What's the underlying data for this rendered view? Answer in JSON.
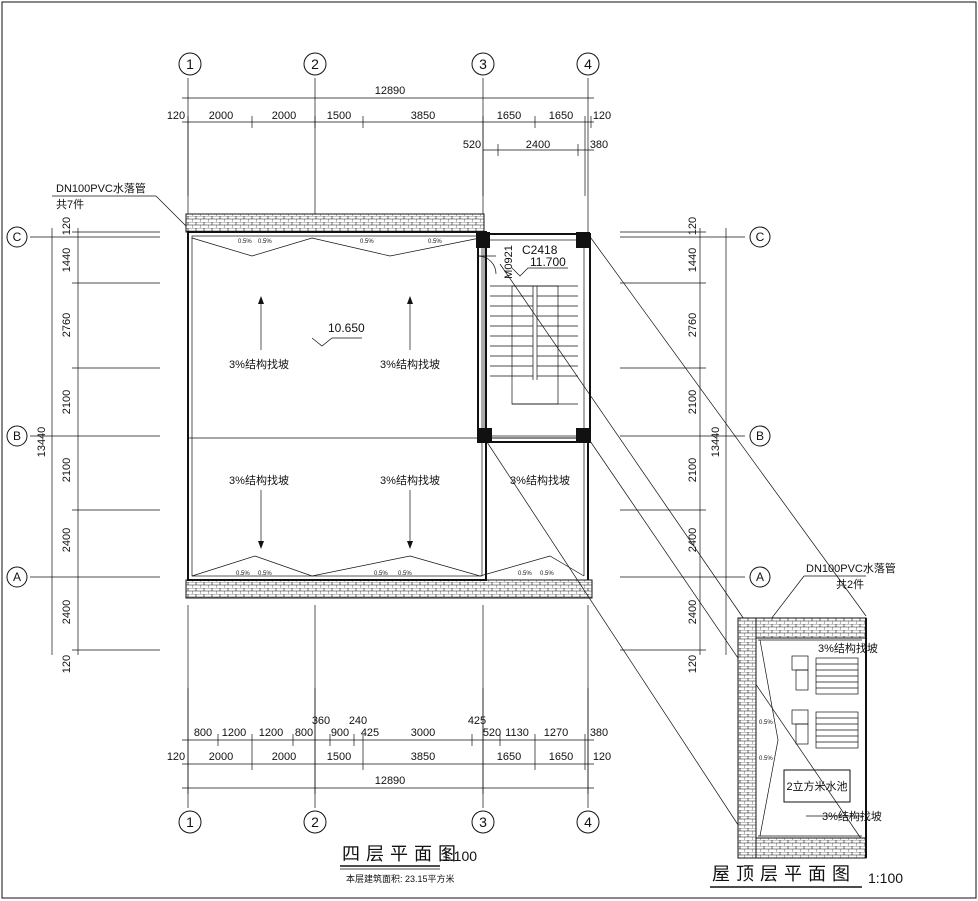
{
  "axes": {
    "col": [
      "1",
      "2",
      "3",
      "4"
    ],
    "row": [
      "C",
      "B",
      "A"
    ]
  },
  "dims": {
    "top_total": "12890",
    "top_row": [
      "120",
      "2000",
      "2000",
      "1500",
      "3850",
      "1650",
      "1650",
      "120"
    ],
    "top_sub": [
      "520",
      "2400",
      "380"
    ],
    "bot_detail": [
      "800",
      "1200",
      "1200",
      "800",
      "360",
      "900",
      "240",
      "425",
      "3000",
      "425",
      "520",
      "1130",
      "1270",
      "380"
    ],
    "bot_row": [
      "120",
      "2000",
      "2000",
      "1500",
      "3850",
      "1650",
      "1650",
      "120"
    ],
    "bot_total": "12890",
    "side_total": "13440",
    "side": [
      "120",
      "1440",
      "2760",
      "2100",
      "2100",
      "2400",
      "2400",
      "120"
    ]
  },
  "labels": {
    "pipe_main": "DN100PVC水落管",
    "pipe_main_count": "共7件",
    "pipe_roof": "DN100PVC水落管",
    "pipe_roof_count": "共2件",
    "slope": "3%结构找坡",
    "gutter_slope": "0.5%",
    "elev_floor": "10.650",
    "elev_stair": "11.700",
    "window": "C2418",
    "door": "M0921",
    "tank": "2立方米水池"
  },
  "titles": {
    "plan4": "四层平面图",
    "plan4_scale": "1:100",
    "plan4_area": "本层建筑面积: 23.15平方米",
    "roof": "屋顶层平面图",
    "roof_scale": "1:100"
  }
}
